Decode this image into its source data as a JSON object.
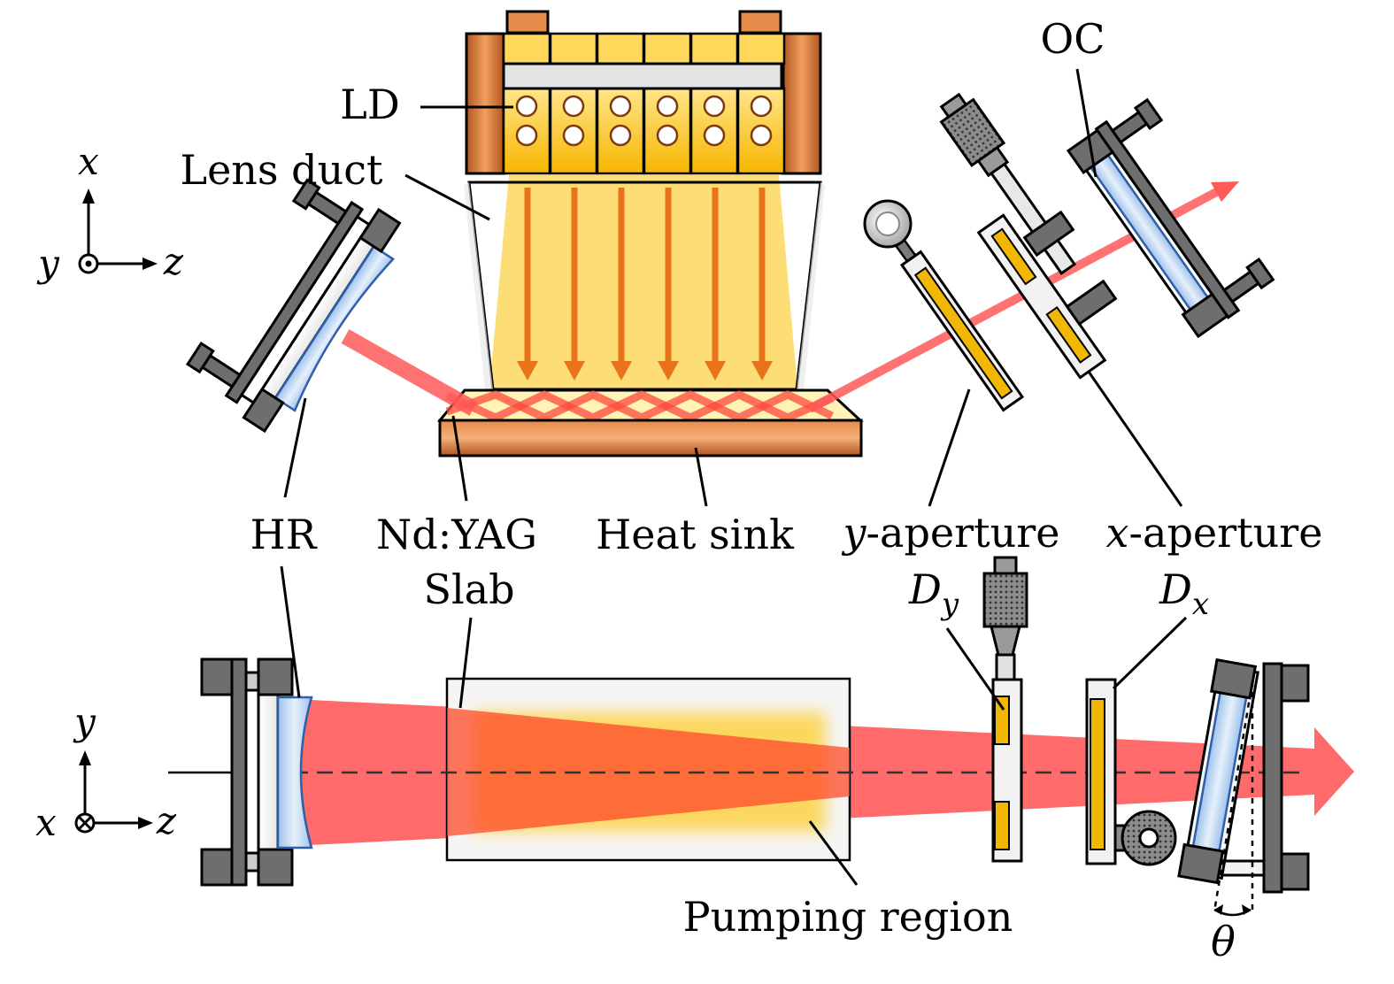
{
  "labels": {
    "ld": "LD",
    "lens_duct": "Lens duct",
    "oc": "OC",
    "hr": "HR",
    "ndyag": "Nd:YAG",
    "heat_sink": "Heat sink",
    "y_aperture_var": "y",
    "y_aperture_rest": "-aperture",
    "x_aperture_var": "x",
    "x_aperture_rest": "-aperture",
    "slab": "Slab",
    "dy_main": "D",
    "dy_sub": "y",
    "dx_main": "D",
    "dx_sub": "x",
    "pumping_region": "Pumping region",
    "theta": "θ"
  },
  "axes_top": {
    "up": "x",
    "out": "y",
    "right": "z"
  },
  "axes_bottom": {
    "up": "y",
    "in": "x",
    "right": "z"
  },
  "colors": {
    "beam": "#ff5a5a",
    "copper_dark": "#b3541e",
    "copper_light": "#f0a060",
    "ld_yellow": "#ffd75a",
    "pump_yellow": "#fcd75e",
    "pump_arrow": "#e8731a",
    "mount_gray": "#6e6e6e",
    "mirror_blue": "#b9d3f0",
    "mirror_edge": "#2e5fa8",
    "aperture_gold": "#f2b705"
  }
}
